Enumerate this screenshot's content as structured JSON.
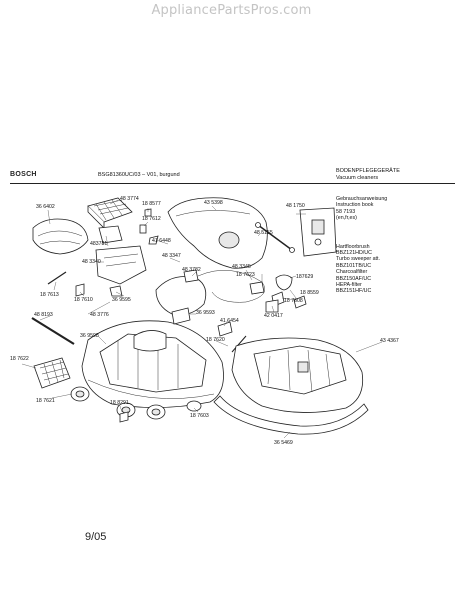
{
  "watermark": "AppliancePartsPros.com",
  "header": {
    "brand": "BOSCH",
    "model": "BSG81360UC/03 – V01, burgund",
    "category_line1": "BODENPFLEGEGERÄTE",
    "category_line2": "Vacuum cleaners"
  },
  "side_notes": [
    "Gebrauchsanweisung",
    "Instruction book",
    "58 7193",
    "(en,fr,es)",
    "",
    "Hartfloorbrush",
    "BBZ121HD/UC",
    "Turbo sweeper att.",
    "BBZ101TB/UC",
    "Charcoalfilter",
    "BBZ150AF/UC",
    "HEPA-filter",
    "BBZ151HF/UC"
  ],
  "part_labels": [
    {
      "id": "p1",
      "text": "36 6402"
    },
    {
      "id": "p2",
      "text": "48 3774"
    },
    {
      "id": "p3",
      "text": "18 8577"
    },
    {
      "id": "p4",
      "text": "43 5398"
    },
    {
      "id": "p5",
      "text": "48 1750"
    },
    {
      "id": "p6",
      "text": "18 7612"
    },
    {
      "id": "p7",
      "text": "41 6448"
    },
    {
      "id": "p8",
      "text": "48 5155"
    },
    {
      "id": "p9",
      "text": "483781"
    },
    {
      "id": "p10",
      "text": "48 3347"
    },
    {
      "id": "p11",
      "text": "48 3340"
    },
    {
      "id": "p12",
      "text": "48 3782"
    },
    {
      "id": "p13",
      "text": "48 3345"
    },
    {
      "id": "p14",
      "text": "18 7623"
    },
    {
      "id": "p15",
      "text": "187629"
    },
    {
      "id": "p16",
      "text": "18 7613"
    },
    {
      "id": "p17",
      "text": "18 7610"
    },
    {
      "id": "p18",
      "text": "36 9595"
    },
    {
      "id": "p19",
      "text": "18 8559"
    },
    {
      "id": "p20",
      "text": "18 7608"
    },
    {
      "id": "p21",
      "text": "48 3776"
    },
    {
      "id": "p22",
      "text": "36 9593"
    },
    {
      "id": "p23",
      "text": "42 0417"
    },
    {
      "id": "p24",
      "text": "48 8193"
    },
    {
      "id": "p25",
      "text": "41 6454"
    },
    {
      "id": "p26",
      "text": "36 9598"
    },
    {
      "id": "p27",
      "text": "43 4367"
    },
    {
      "id": "p28",
      "text": "18 7622"
    },
    {
      "id": "p29",
      "text": "18 7620"
    },
    {
      "id": "p30",
      "text": "18 7621"
    },
    {
      "id": "p31",
      "text": "18 8291"
    },
    {
      "id": "p32",
      "text": "18 7603"
    },
    {
      "id": "p33",
      "text": "36 5469"
    }
  ],
  "footer": "9/05"
}
